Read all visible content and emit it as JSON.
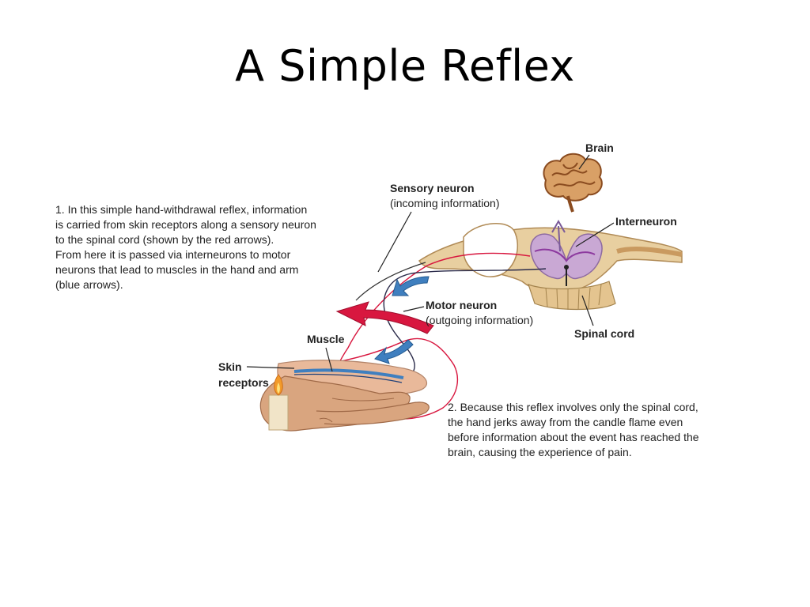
{
  "slide": {
    "title": "A Simple Reflex"
  },
  "diagram": {
    "labels": {
      "brain": "Brain",
      "sensory_neuron": "Sensory neuron",
      "sensory_neuron_sub": "(incoming information)",
      "interneuron": "Interneuron",
      "motor_neuron": "Motor neuron",
      "motor_neuron_sub": "(outgoing information)",
      "spinal_cord": "Spinal cord",
      "muscle": "Muscle",
      "skin": "Skin",
      "receptors": "receptors"
    },
    "colors": {
      "sensory_arrow": "#d8173f",
      "motor_arrow": "#3f7fbf",
      "spinal_tissue": "#e8cfa0",
      "gray_matter": "#c9a8d4",
      "brain": "#d9a066"
    }
  },
  "captions": {
    "step1_lines": [
      "1. In this simple hand-withdrawal reflex, information",
      "is carried from skin receptors along a sensory neuron",
      "to the spinal cord (shown by the red arrows).",
      "From here it is passed via interneurons to motor",
      "neurons that lead to muscles in the hand and arm",
      "(blue arrows)."
    ],
    "step2_lines": [
      "2. Because this reflex involves only the spinal cord,",
      "the hand jerks away from the candle flame even",
      "before information about the event has reached the",
      "brain, causing the experience of pain."
    ]
  }
}
